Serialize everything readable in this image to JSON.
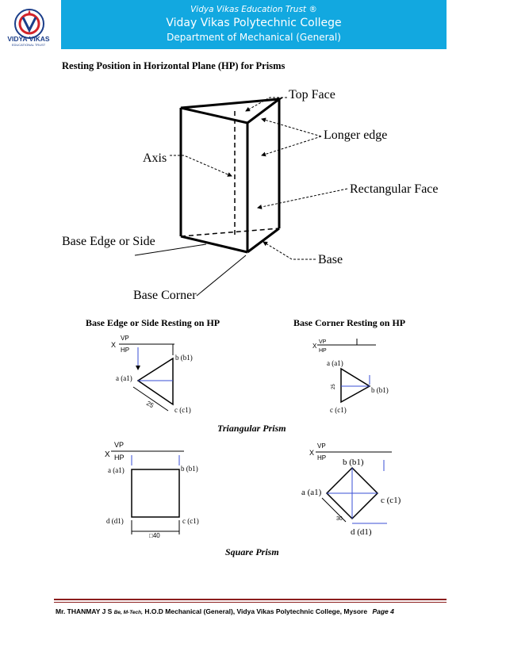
{
  "header": {
    "trust": "Vidya Vikas Education Trust ®",
    "college": "Viday Vikas Polytechnic College",
    "department": "Department of Mechanical (General)",
    "logo_text": "VIDYA VIKAS",
    "logo_subtext": "EDUCATIONAL TRUST"
  },
  "main": {
    "heading": "Resting Position in Horizontal Plane (HP) for Prisms",
    "prism_labels": {
      "top_face": "Top Face",
      "longer_edge": "Longer edge",
      "axis": "Axis",
      "rectangular_face": "Rectangular Face",
      "base_edge": "Base Edge or Side",
      "base": "Base",
      "base_corner": "Base Corner"
    },
    "left_title": "Base Edge or Side Resting on HP",
    "right_title": "Base Corner Resting on HP",
    "triangular_caption": "Triangular Prism",
    "square_caption": "Square Prism",
    "tri_left": {
      "x": "X",
      "vp": "VP",
      "hp": "HP",
      "b": "b (b1)",
      "a": "a (a1)",
      "c": "c (c1)",
      "dim": "25"
    },
    "tri_right": {
      "x": "X",
      "vp": "VP",
      "hp": "HP",
      "a": "a (a1)",
      "b": "b (b1)",
      "c": "c (c1)",
      "dim": "25"
    },
    "sq_left": {
      "x": "X",
      "vp": "VP",
      "hp": "HP",
      "a": "a (a1)",
      "b": "b (b1)",
      "d": "d (d1)",
      "c": "c (c1)",
      "dim": "□40"
    },
    "sq_right": {
      "x": "X",
      "vp": "VP",
      "hp": "HP",
      "b": "b (b1)",
      "a": "a (a1)",
      "c": "c (c1)",
      "d": "d (d1)",
      "dim": "30"
    }
  },
  "footer": {
    "author": "Mr. THANMAY  J S",
    "degrees": "Be, M-Tech,",
    "rest": "H.O.D Mechanical (General), Vidya Vikas Polytechnic College, Mysore",
    "page": "Page 4"
  }
}
